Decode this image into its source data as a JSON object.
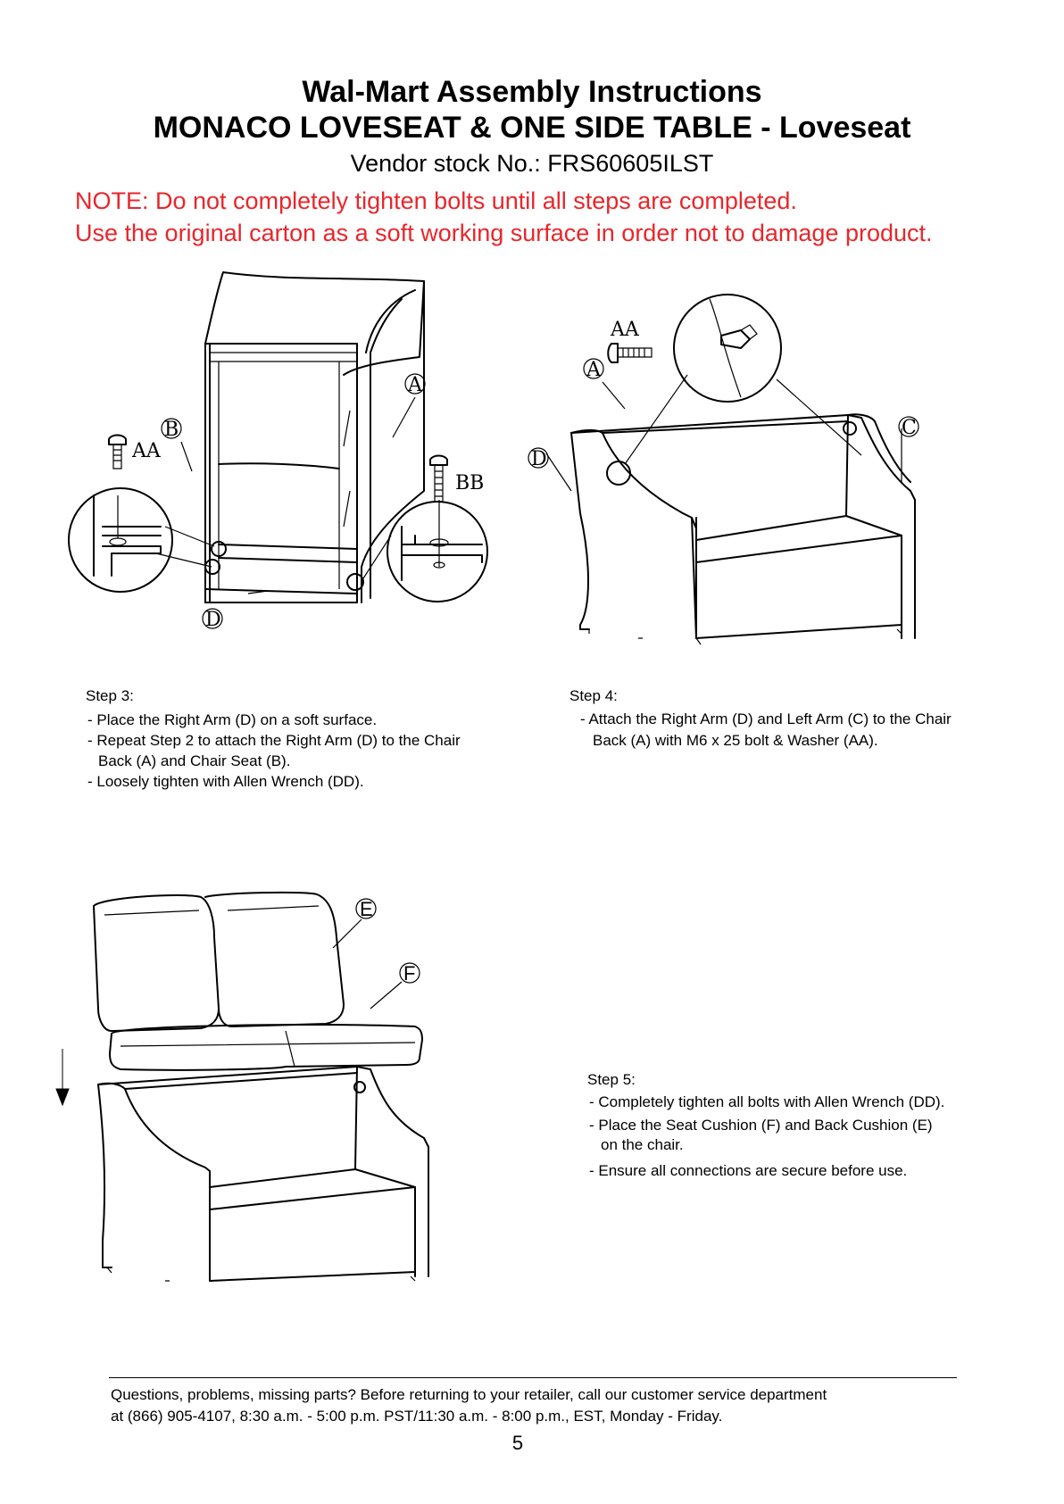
{
  "header": {
    "title": "Wal-Mart Assembly Instructions",
    "subtitle": "MONACO LOVESEAT & ONE SIDE TABLE - Loveseat",
    "vendor": "Vendor stock No.: FRS60605ILST"
  },
  "notes": [
    "NOTE:  Do not completely tighten bolts until all steps are completed.",
    "Use the original carton as a soft working surface in order not to damage product."
  ],
  "colors": {
    "note": "#e8262b",
    "line": "#000000"
  },
  "figures": {
    "step3": {
      "labels": {
        "a": "A",
        "b": "B",
        "d": "D",
        "aa": "AA",
        "bb": "BB"
      }
    },
    "step4": {
      "labels": {
        "aa": "AA",
        "a": "A",
        "c": "C",
        "d": "D"
      }
    },
    "step5": {
      "labels": {
        "e": "E",
        "f": "F"
      }
    }
  },
  "steps": {
    "step3": {
      "title": "Step 3:",
      "lines": [
        "- Place the Right Arm (D) on a soft surface.",
        "- Repeat Step 2 to attach the Right Arm (D) to the Chair",
        "Back (A) and Chair Seat (B).",
        "- Loosely tighten with Allen Wrench (DD)."
      ]
    },
    "step4": {
      "title": "Step 4:",
      "lines": [
        "- Attach the Right Arm (D) and Left Arm (C) to the Chair",
        "Back (A) with M6 x 25 bolt & Washer (AA)."
      ]
    },
    "step5": {
      "title": "Step 5:",
      "lines": [
        "- Completely tighten all bolts with Allen Wrench (DD).",
        "- Place the Seat Cushion (F) and Back Cushion (E)",
        "on the chair.",
        "- Ensure all connections are secure before use."
      ]
    }
  },
  "footer": {
    "line1": "Questions, problems, missing parts? Before returning to your retailer, call our customer service department",
    "line2": "at (866) 905-4107, 8:30 a.m. - 5:00 p.m. PST/11:30 a.m. - 8:00 p.m., EST, Monday - Friday.",
    "page": "5"
  }
}
